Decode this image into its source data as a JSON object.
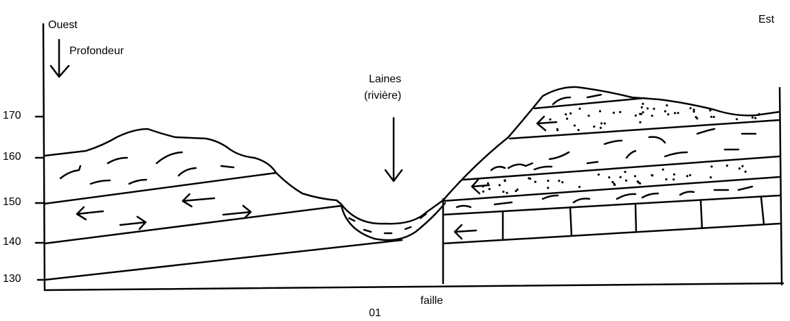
{
  "labels": {
    "west": "Ouest",
    "east": "Est",
    "depth": "Profondeur",
    "river_name": "Laines",
    "river_note": "(rivière)",
    "fault": "faille",
    "figure_number": "01"
  },
  "altitude_axis": {
    "ticks": [
      "170",
      "160",
      "150",
      "140",
      "130"
    ]
  }
}
